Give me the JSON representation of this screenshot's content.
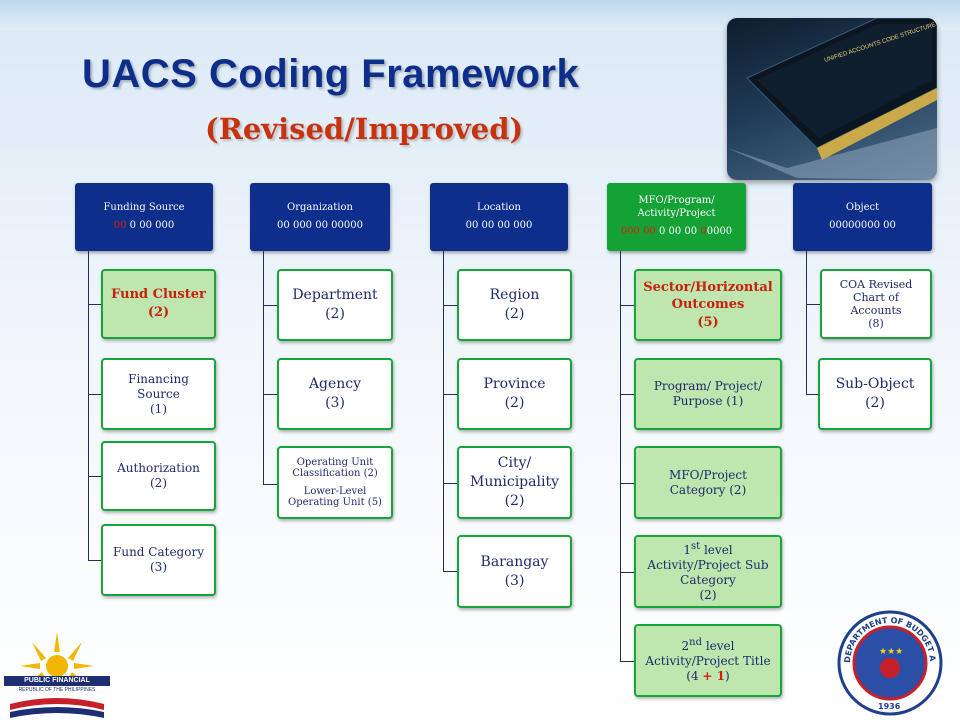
{
  "header": {
    "title": "UACS Coding Framework",
    "subtitle": "(Revised/Improved)"
  },
  "manual_image": {
    "text": "UNIFIED ACCOUNTS CODE STRUCTURE MANUAL"
  },
  "columns": [
    {
      "title": "Funding Source",
      "code_red": "00",
      "code_rest": " 0 00 000",
      "items": [
        {
          "label": "Fund Cluster",
          "count": "(2)"
        },
        {
          "label": "Financing Source",
          "count": "(1)"
        },
        {
          "label": "Authorization",
          "count": "(2)"
        },
        {
          "label": "Fund Category",
          "count": "(3)"
        }
      ]
    },
    {
      "title": "Organization",
      "code": "00 000 00 00000",
      "items": [
        {
          "label": "Department",
          "count": "(2)"
        },
        {
          "label": "Agency",
          "count": "(3)"
        },
        {
          "label_a": "Operating Unit Classification (2)",
          "label_b": "Lower-Level Operating Unit (5)"
        }
      ]
    },
    {
      "title": "Location",
      "code": "00 00 00 000",
      "items": [
        {
          "label": "Region",
          "count": "(2)"
        },
        {
          "label": "Province",
          "count": "(2)"
        },
        {
          "label": "City/ Municipality",
          "count": "(2)"
        },
        {
          "label": "Barangay",
          "count": "(3)"
        }
      ]
    },
    {
      "title": "MFO/Program/ Activity/Project",
      "code_red_1": "000 00",
      "code_mid": " 0 00 00 ",
      "code_red_2": "0",
      "code_end": "0000",
      "items": [
        {
          "label": "Sector/Horizontal Outcomes",
          "count": "(5)"
        },
        {
          "label": "Program/ Project/ Purpose (1)"
        },
        {
          "label": "MFO/Project Category (2)"
        },
        {
          "label_pre": "1",
          "sup": "st",
          "label_post": " level Activity/Project Sub Category",
          "count": "(2)"
        },
        {
          "label_pre": "2",
          "sup": "nd",
          "label_post": " level Activity/Project Title",
          "count_open": "(4 ",
          "count_plus": "+ 1",
          "count_close": ")"
        }
      ]
    },
    {
      "title": "Object",
      "code": "00000000 00",
      "items": [
        {
          "label": "COA Revised Chart of Accounts",
          "count": "(8)"
        },
        {
          "label": "Sub-Object",
          "count": "(2)"
        }
      ]
    }
  ],
  "logos": {
    "pfm_name": "PUBLIC FINANCIAL MANAGEMENT",
    "pfm_sub": "REPUBLIC OF THE PHILIPPINES",
    "dbm_ring_text": "DEPARTMENT OF BUDGET AND MANAGEMENT",
    "dbm_year": "1936"
  },
  "colors": {
    "title_blue": "#0d2e8a",
    "subtitle_red": "#c8330e",
    "header_blue": "#0d2e8a",
    "header_green": "#14a236",
    "node_border_green": "#17a53a",
    "node_fill_green": "#bfe6ae",
    "code_red": "#d0200f"
  }
}
